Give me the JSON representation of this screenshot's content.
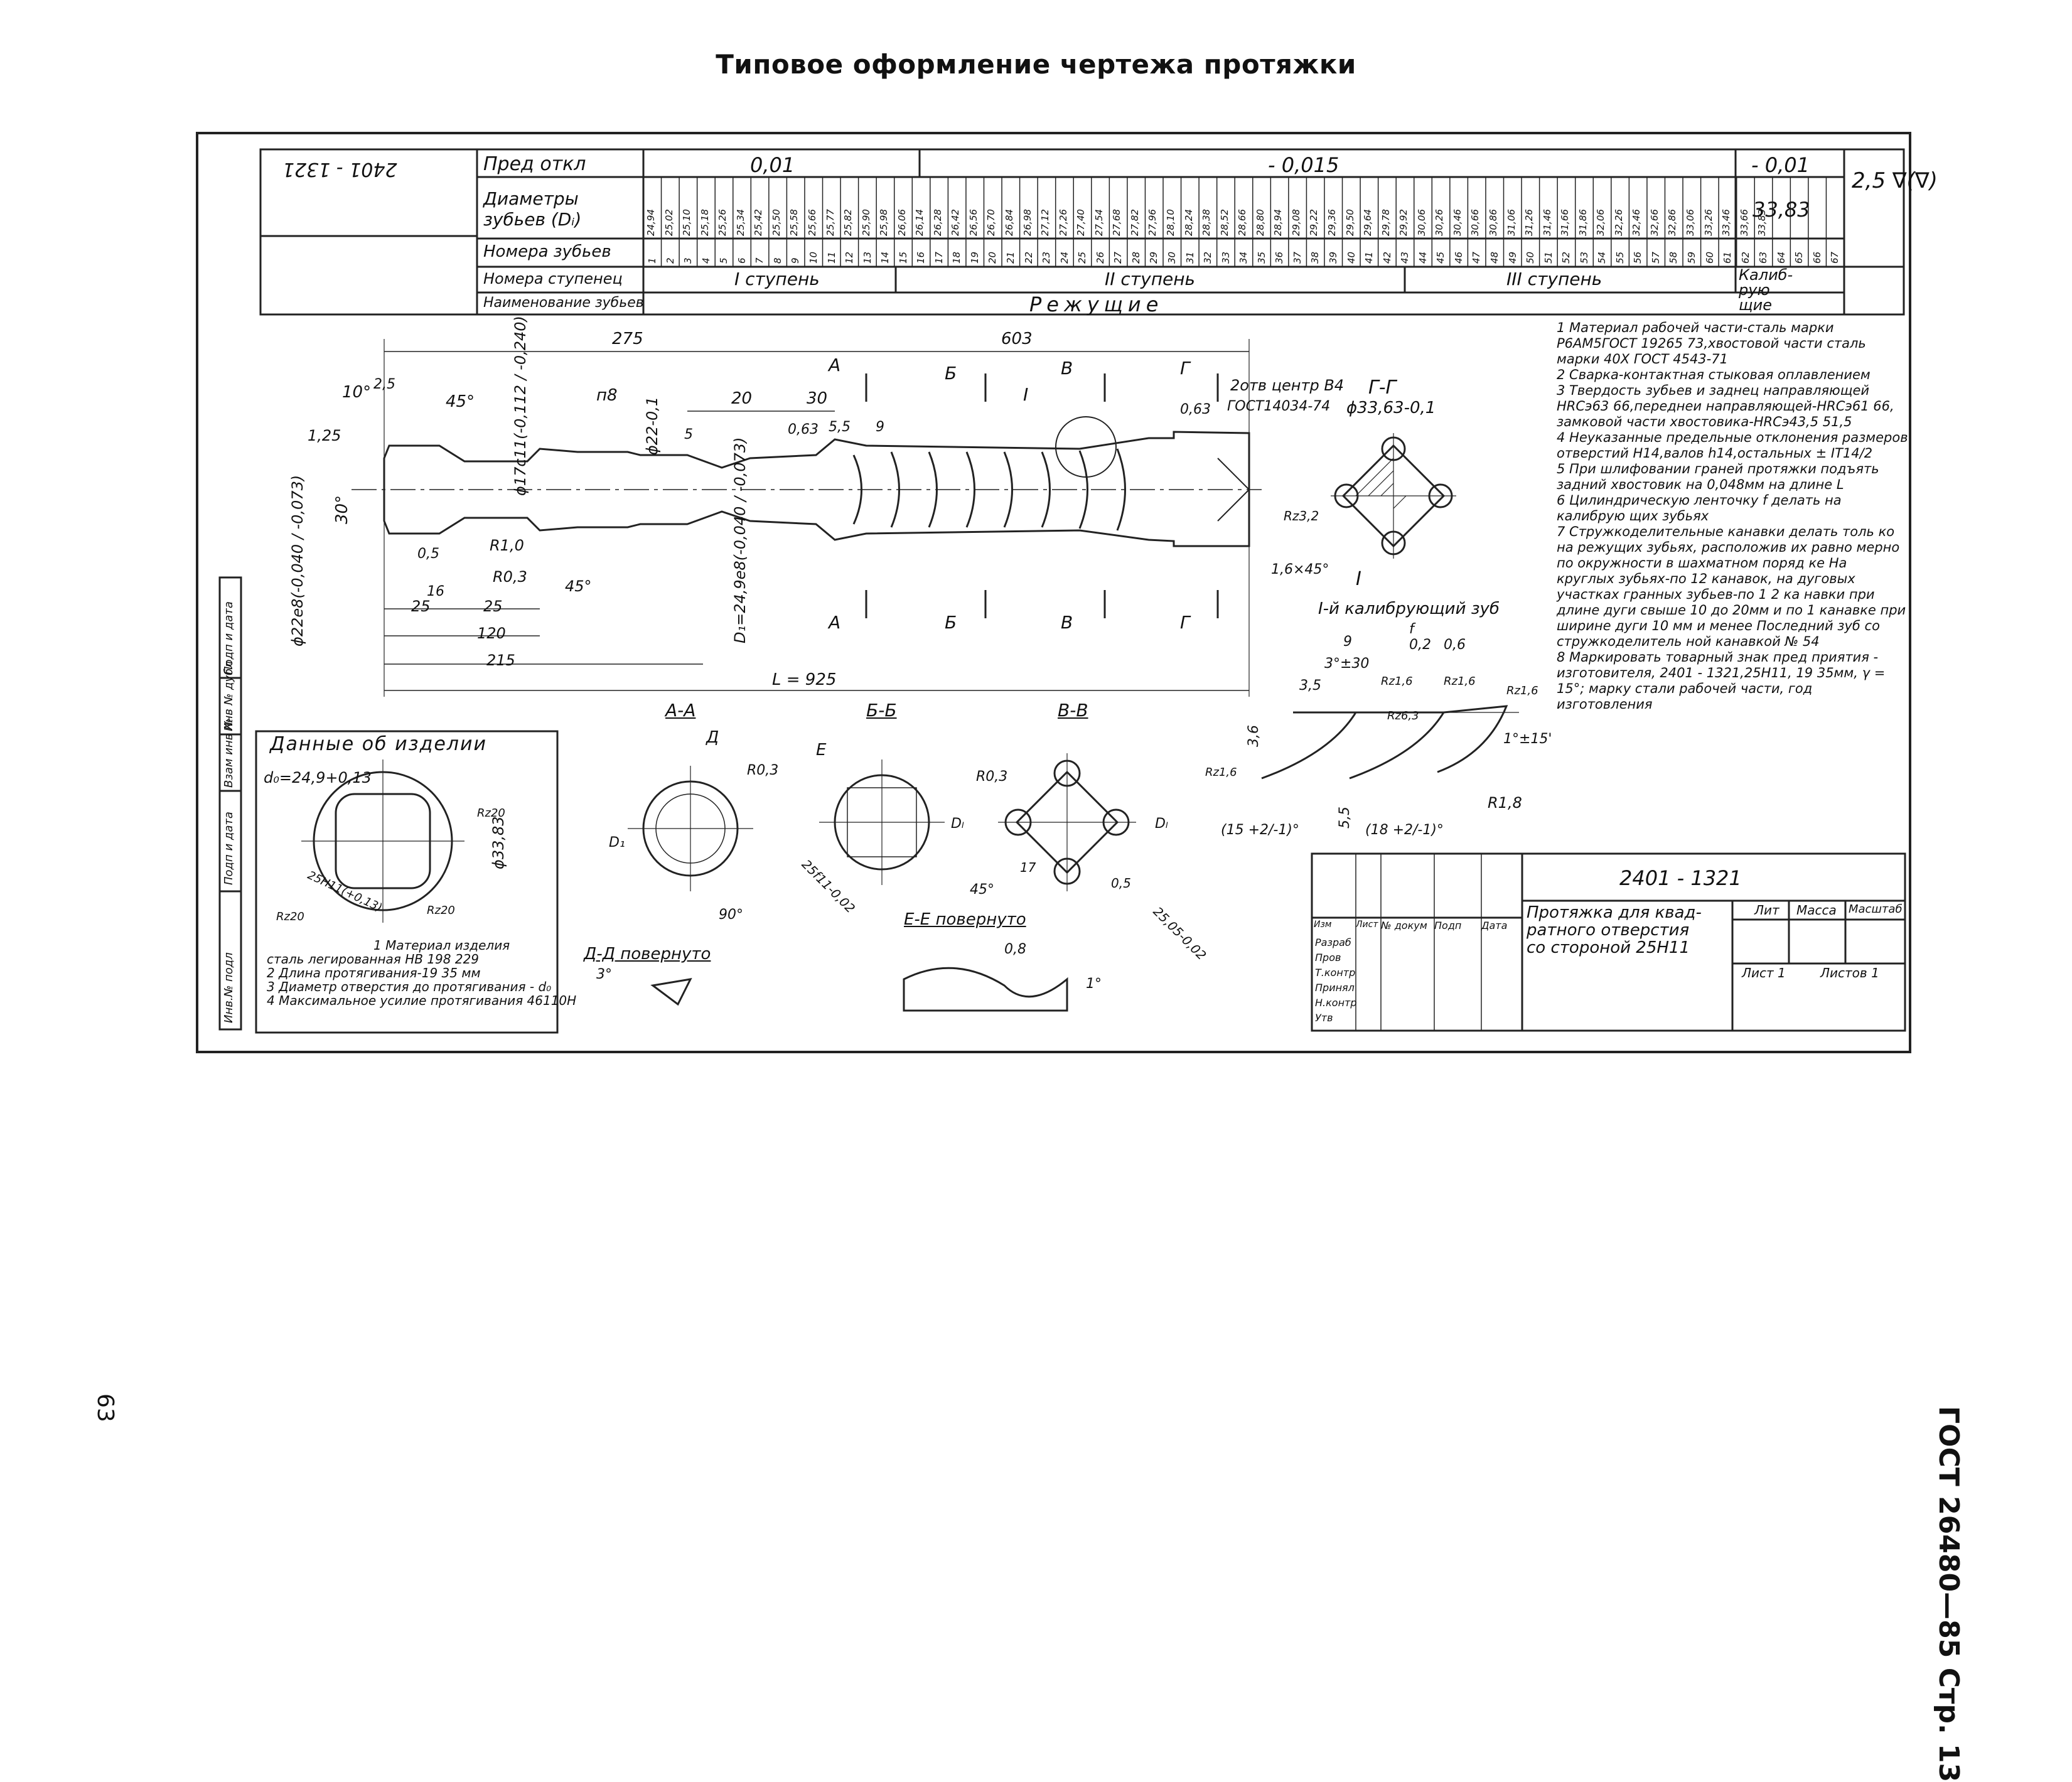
{
  "page": {
    "title": "Типовое оформление чертежа протяжки",
    "side_stamp": "ГОСТ 26480—85 Стр. 13",
    "page_number": "63"
  },
  "tooth_table": {
    "drawing_code": "2401 - 1321",
    "row_labels": {
      "tolerance": "Пред откл",
      "diameters": "Диаметры зубьев (Dᵢ)",
      "numbers": "Номера зубьев",
      "stages": "Номера ступенец",
      "names": "Наименование зубьев"
    },
    "tolerances": [
      "0,01",
      "- 0,015",
      "- 0,01"
    ],
    "diameters": [
      "24,94",
      "25,02",
      "25,10",
      "25,18",
      "25,26",
      "25,34",
      "25,42",
      "25,50",
      "25,58",
      "25,66",
      "25,77",
      "25,82",
      "25,90",
      "25,98",
      "26,06",
      "26,14",
      "26,28",
      "26,42",
      "26,56",
      "26,70",
      "26,84",
      "26,98",
      "27,12",
      "27,26",
      "27,40",
      "27,54",
      "27,68",
      "27,82",
      "27,96",
      "28,10",
      "28,24",
      "28,38",
      "28,52",
      "28,66",
      "28,80",
      "28,94",
      "29,08",
      "29,22",
      "29,36",
      "29,50",
      "29,64",
      "29,78",
      "29,92",
      "30,06",
      "30,26",
      "30,46",
      "30,66",
      "30,86",
      "31,06",
      "31,26",
      "31,46",
      "31,66",
      "31,86",
      "32,06",
      "32,26",
      "32,46",
      "32,66",
      "32,86",
      "33,06",
      "33,26",
      "33,46",
      "33,66",
      "33,83"
    ],
    "calib_diameter": "33,83",
    "tooth_numbers_count": 67,
    "stages": [
      "I ступень",
      "II ступень",
      "III ступень",
      "Калиб-рую щие"
    ],
    "teeth_name": "Режущие",
    "roughness": "2,5 ∇(∇)"
  },
  "dimensions": {
    "d275": "275",
    "d603": "603",
    "d20": "20",
    "d30": "30",
    "d25a": "25",
    "d25b": "25",
    "d16": "16",
    "d05": "0,5",
    "d120": "120",
    "d215": "215",
    "dL": "L = 925",
    "ang10": "10°",
    "ang45a": "45°",
    "ang45b": "45°",
    "ang30": "30°",
    "rz125": "1,25",
    "rz25": "2,5",
    "dia17": "ϕ17с11(-0,112 / -0,240)",
    "dia22a": "ϕ22-0,1",
    "dia22e": "ϕ22е8(-0,040 / -0,073)",
    "dia_d1": "D₁=24,9е8(-0,040 / -0,073)",
    "p8": "п8",
    "r10": "R1,0",
    "r03": "R0,3",
    "r5": "5",
    "r063a": "0,63",
    "r55": "5,5",
    "d9": "9",
    "r063b": "0,63",
    "center_hole": "2отв центр В4",
    "center_gost": "ГОСТ14034-74",
    "rz32": "Rz3,2",
    "chamfer": "1,6×45°",
    "sec_A": "А",
    "sec_B": "Б",
    "sec_V": "В",
    "sec_G": "Г",
    "view_I": "I"
  },
  "section_GG": {
    "label": "Г-Г",
    "dim": "ϕ33,63-0,1"
  },
  "notes": [
    "1 Материал рабочей части-сталь марки Р6АМ5ГОСТ 19265 73,хвостовой части сталь марки 40Х ГОСТ 4543-71",
    "2 Сварка-контактная стыковая оплавлением",
    "3 Твердость зубьев и заднец направляющей HRCэ63 66,переднеи направляющей-HRCэ61 66, замковой части хвостовика-HRCэ43,5 51,5",
    "4 Неуказанные предельные отклонения размеров отверстий Н14,валов h14,остальных ± IT14/2",
    "5 При шлифовании граней протяжки подъять задний хвостовик на 0,048мм на длине L",
    "6 Цилиндрическую ленточку f делать на калибрую щих зубьях",
    "7 Стружкоделительные канавки делать толь ко на режущих зубьях, расположив их равно мерно по окружности в шахматном поряд ке На круглых зубьях-по 12 канавок, на дуговых участках гранных зубьев-по 1 2 ка навки при длине дуги свыше 10 до 20мм и по 1 канавке при ширине дуги 10 мм и менее Последний зуб со стружкоделитель ной канавкой № 54",
    "8 Маркировать товарный знак пред приятия - изготовителя, 2401 - 1321,25Н11, 19 35мм, γ = 15°; марку стали рабочей части, год изготовления"
  ],
  "detail_I": {
    "title": "I",
    "subtitle": "I-й калибрующий зуб",
    "d9": "9",
    "f": "f",
    "ang3": "3°±30",
    "d02": "0,2",
    "d06": "0,6",
    "d35": "3,5",
    "rz16a": "Rz1,6",
    "rz16b": "Rz1,6",
    "rz63": "Rz6,3",
    "rz16c": "Rz1,6",
    "rz16d": "Rz1,6",
    "d36": "3,6",
    "ang1": "1°±15'",
    "ang15": "(15 +2/-1)°",
    "d55": "5,5",
    "ang18": "(18 +2/-1)°",
    "r18": "R1,8"
  },
  "sections": {
    "AA": "А-А",
    "BB": "Б-Б",
    "VV": "В-В",
    "D": "Д",
    "E": "Е",
    "r03a": "R0,3",
    "r03b": "R0,3",
    "ang90": "90°",
    "d25a": "25f11-0,02",
    "ang45": "45°",
    "d17": "17",
    "d05": "0,5",
    "d2505": "25,05-0,02",
    "Dl": "Dₗ",
    "D1": "D₁",
    "EE": "Е-Е повернуто",
    "DD": "Д-Д повернуто",
    "ang3": "3°",
    "d08": "0,8",
    "ang1": "1°"
  },
  "product": {
    "title": "Данные об изделии",
    "d0": "d₀=24,9+0,13",
    "rz20a": "Rz20",
    "rz20b": "Rz20",
    "rz20c": "Rz20",
    "tol": "25Н11(+0,13)",
    "dia": "ϕ33,83",
    "notes": [
      "1 Материал изделия",
      "сталь легированная НВ 198 229",
      "2 Длина протягивания-19 35 мм",
      "3 Диаметр отверстия до протягивания - d₀",
      "4 Максимальное усилие протягивания 46110Н"
    ]
  },
  "side_columns": [
    "Инв.№ подл",
    "Подп и дата",
    "Взам инв №",
    "Инв № дубл",
    "Подп и дата"
  ],
  "title_block": {
    "code": "2401 - 1321",
    "name_lines": [
      "Протяжка для квад-",
      "ратного отверстия",
      "со стороной 25Н11"
    ],
    "col_heads": [
      "Изм",
      "Лист",
      "№ докум",
      "Подп",
      "Дата"
    ],
    "roles": [
      "Разраб",
      "Пров",
      "Т.контр",
      "Принял",
      "Н.контр",
      "Утв"
    ],
    "lit": "Лит",
    "mass": "Масса",
    "scale": "Масштаб",
    "sheet": "Лист 1",
    "sheets": "Листов 1"
  }
}
